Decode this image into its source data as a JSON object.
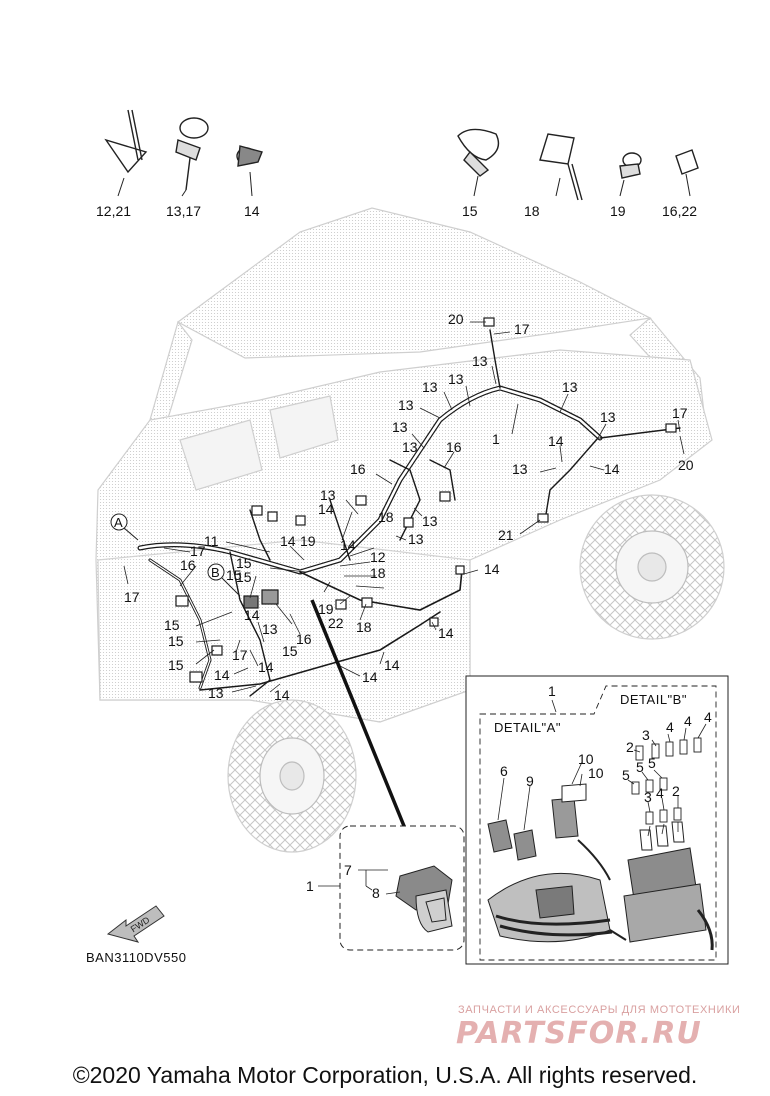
{
  "fasteners": {
    "labels": [
      "12,21",
      "13,17",
      "14",
      "15",
      "18",
      "19",
      "16,22"
    ]
  },
  "harness": {
    "callouts": [
      "20",
      "17",
      "13",
      "13",
      "13",
      "13",
      "13",
      "13",
      "1",
      "13",
      "17",
      "20",
      "14",
      "13",
      "14",
      "13",
      "16",
      "16",
      "13",
      "13",
      "21",
      "11",
      "14",
      "19",
      "14",
      "18",
      "13",
      "17",
      "15",
      "12",
      "15",
      "18",
      "14",
      "16",
      "15",
      "17",
      "19",
      "22",
      "18",
      "15",
      "13",
      "16",
      "14",
      "15",
      "15",
      "17",
      "14",
      "15",
      "14",
      "13",
      "14",
      "14",
      "14"
    ],
    "marker_a": "A",
    "marker_b": "B"
  },
  "inset": {
    "label_1": "1",
    "label_7": "7",
    "label_8": "8"
  },
  "detail": {
    "top_label": "1",
    "title_a": "DETAIL\"A\"",
    "title_b": "DETAIL\"B\"",
    "labels_a": [
      "6",
      "9",
      "10",
      "10"
    ],
    "labels_b": [
      "2",
      "3",
      "4",
      "4",
      "4",
      "5",
      "5",
      "5",
      "3",
      "4",
      "2"
    ]
  },
  "fwd_label": "FWD",
  "ref_code": "BAN3110DV550",
  "watermark": {
    "tagline": "ЗАПЧАСТИ И АКСЕССУАРЫ ДЛЯ МОТОТЕХНИКИ",
    "logo": "PARTSFOR.RU"
  },
  "copyright": "©2020 Yamaha Motor Corporation, U.S.A. All rights reserved."
}
